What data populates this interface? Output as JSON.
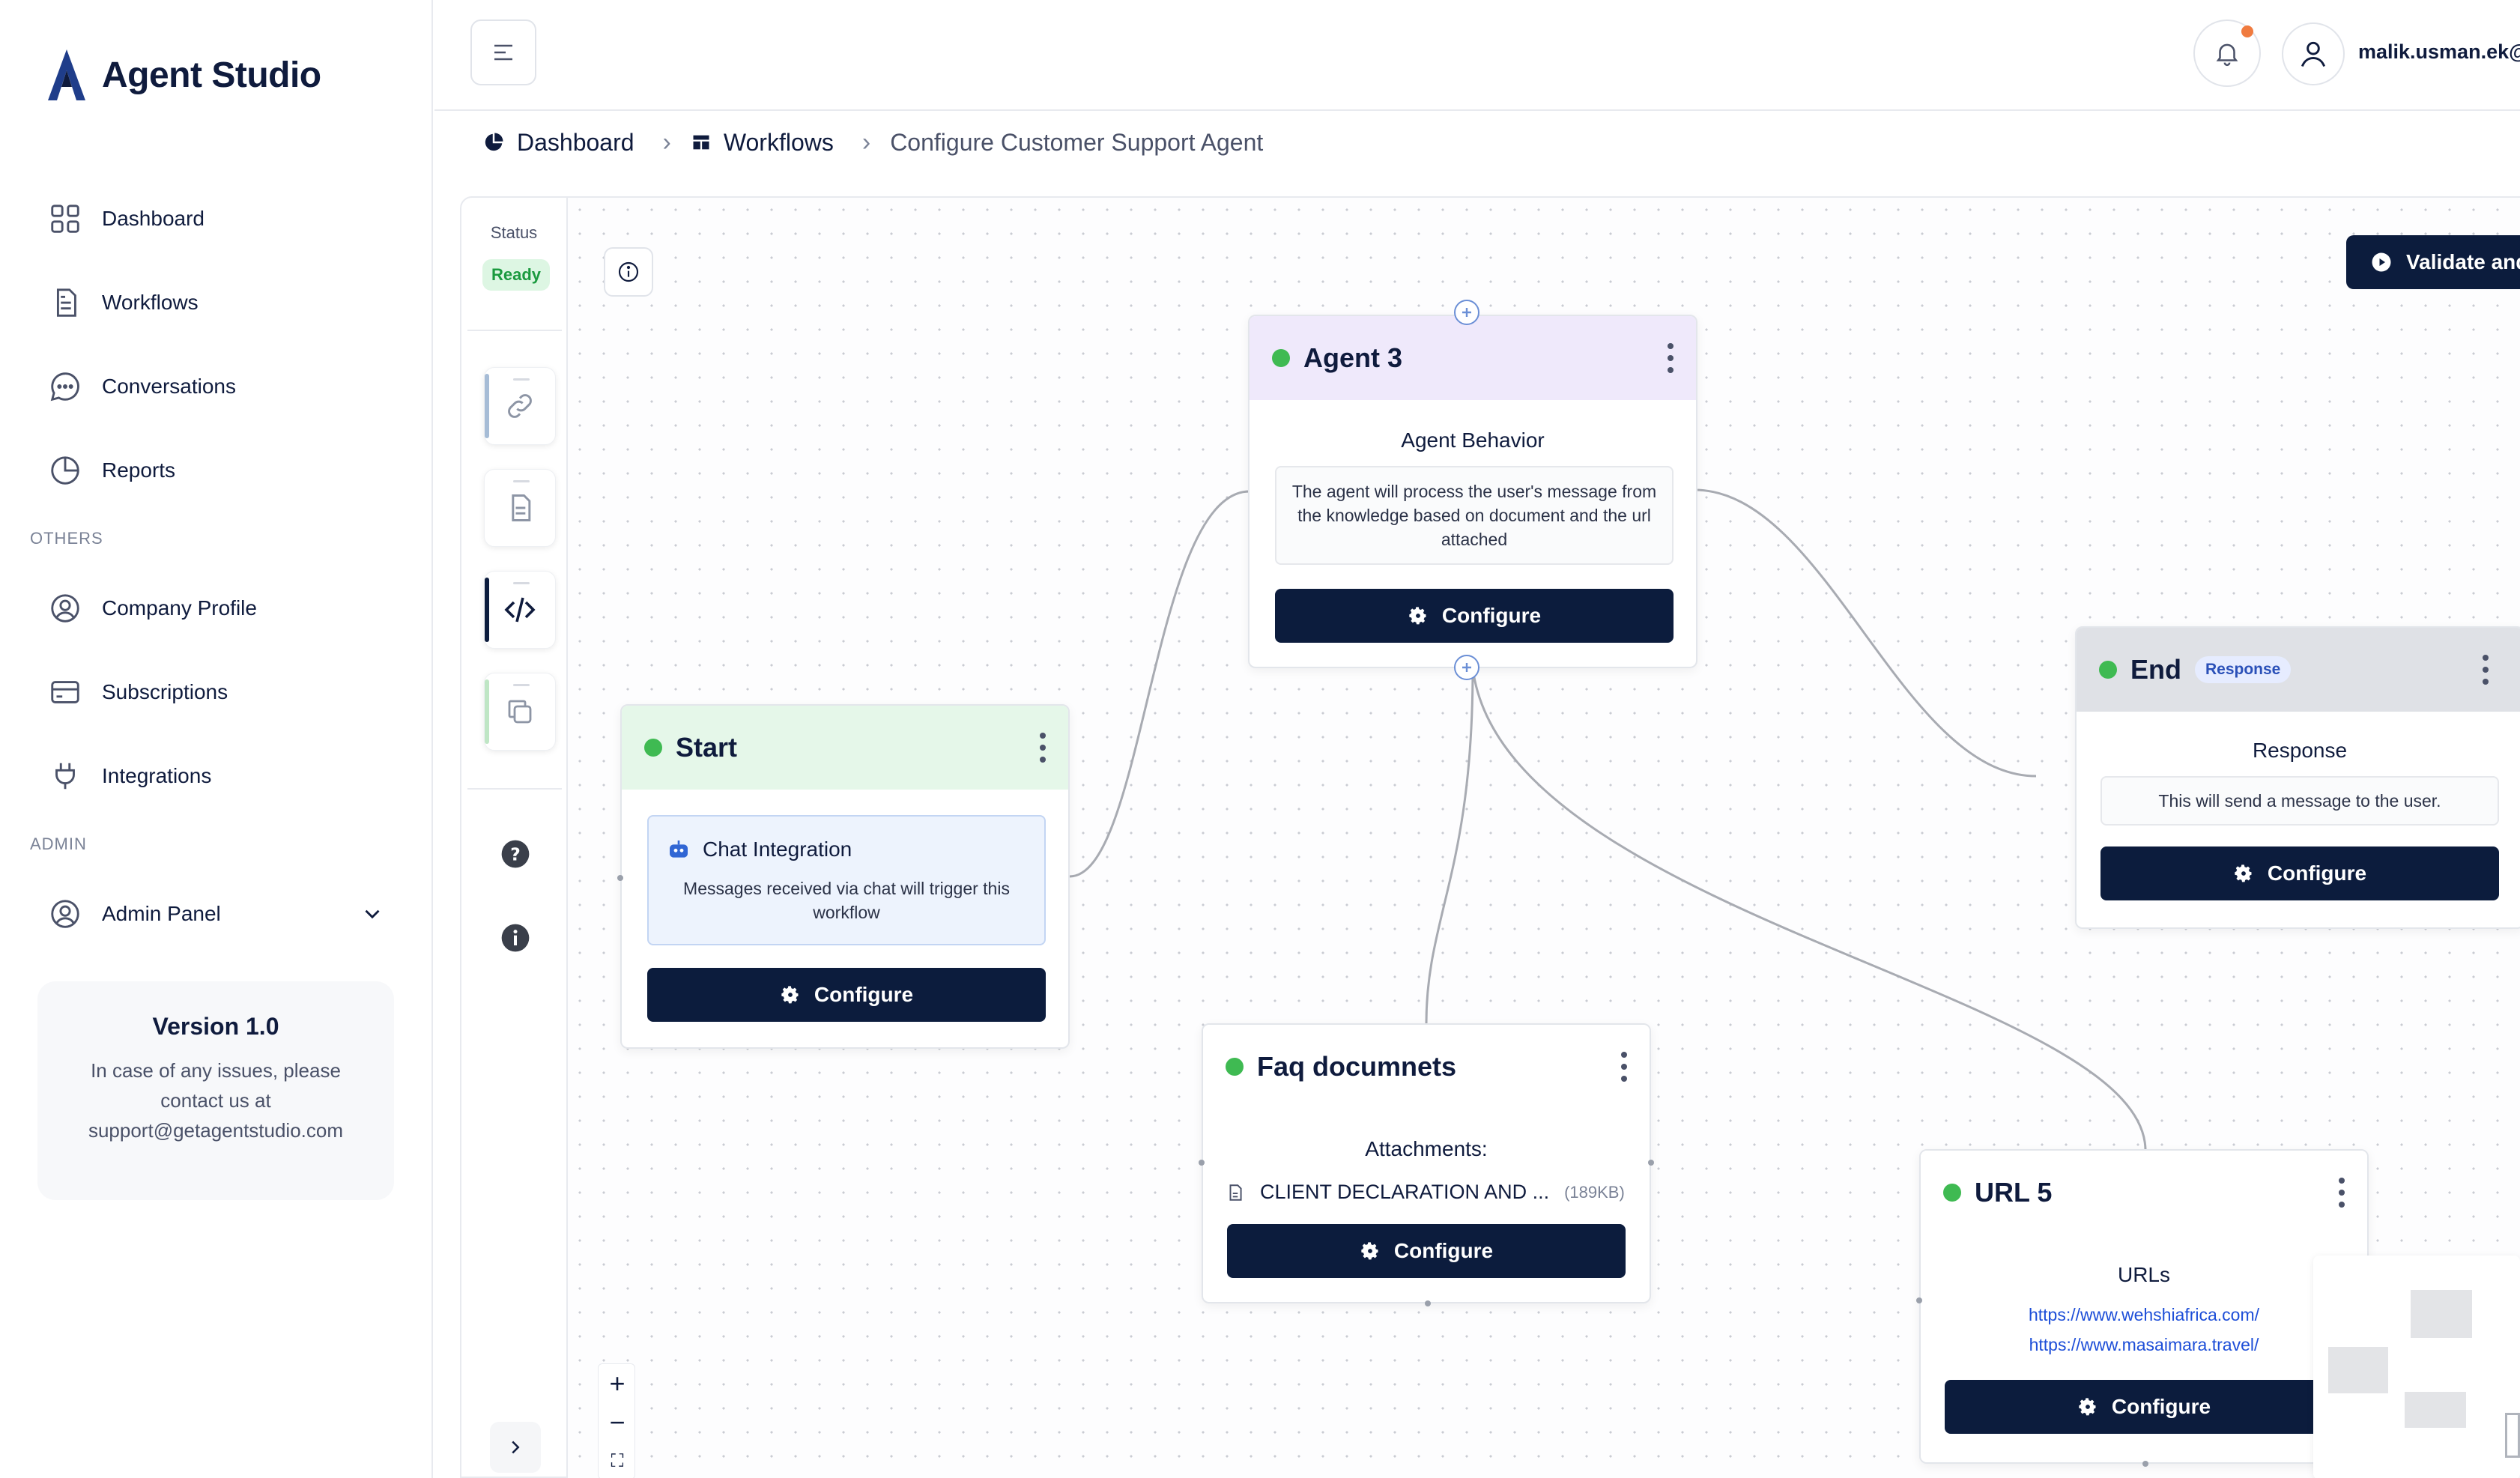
{
  "app": {
    "brand": "Agent Studio"
  },
  "sidebar": {
    "items": [
      {
        "label": "Dashboard",
        "icon": "grid-icon"
      },
      {
        "label": "Workflows",
        "icon": "document-icon"
      },
      {
        "label": "Conversations",
        "icon": "chat-bubble-icon"
      },
      {
        "label": "Reports",
        "icon": "pie-chart-icon"
      }
    ],
    "others_label": "OTHERS",
    "others_items": [
      {
        "label": "Company Profile",
        "icon": "user-circle-icon"
      },
      {
        "label": "Subscriptions",
        "icon": "credit-card-icon"
      },
      {
        "label": "Integrations",
        "icon": "plug-icon"
      }
    ],
    "admin_label": "ADMIN",
    "admin_items": [
      {
        "label": "Admin Panel",
        "icon": "user-circle-icon"
      }
    ],
    "version": {
      "title": "Version 1.0",
      "text": "In case of any issues, please contact us at support@getagentstudio.com"
    }
  },
  "topbar": {
    "user_email": "malik.usman.ek@"
  },
  "breadcrumb": {
    "items": [
      "Dashboard",
      "Workflows"
    ],
    "current": "Configure Customer Support Agent"
  },
  "toolpanel": {
    "status_label": "Status",
    "status_value": "Ready",
    "status_color": "#1b9a3f"
  },
  "canvas": {
    "validate_label": "Validate and",
    "nodes": {
      "start": {
        "title": "Start",
        "trigger_title": "Chat Integration",
        "trigger_desc": "Messages received via chat will trigger this workflow",
        "configure": "Configure",
        "header_color": "#e5f7e9"
      },
      "agent": {
        "title": "Agent 3",
        "subtitle": "Agent Behavior",
        "desc": "The agent will process the user's message from the knowledge based on document and the url attached",
        "configure": "Configure",
        "header_color": "#efe9fb"
      },
      "end": {
        "title": "End",
        "badge": "Response",
        "subtitle": "Response",
        "desc": "This will send a message to the user.",
        "configure": "Configure",
        "header_color": "#dfe1e6"
      },
      "faq": {
        "title": "Faq documnets",
        "subtitle": "Attachments:",
        "file_name": "CLIENT DECLARATION AND ...",
        "file_size": "(189KB)",
        "configure": "Configure"
      },
      "url": {
        "title": "URL 5",
        "subtitle": "URLs",
        "links": [
          "https://www.wehshiafrica.com/",
          "https://www.masaimara.travel/"
        ],
        "configure": "Configure"
      }
    },
    "zoom": {
      "in": "+",
      "out": "−",
      "fit": "⛶"
    }
  },
  "colors": {
    "primary": "#0c1c3d",
    "node_active": "#3fba52",
    "notification": "#f07b3f",
    "link": "#1d4ed8"
  }
}
